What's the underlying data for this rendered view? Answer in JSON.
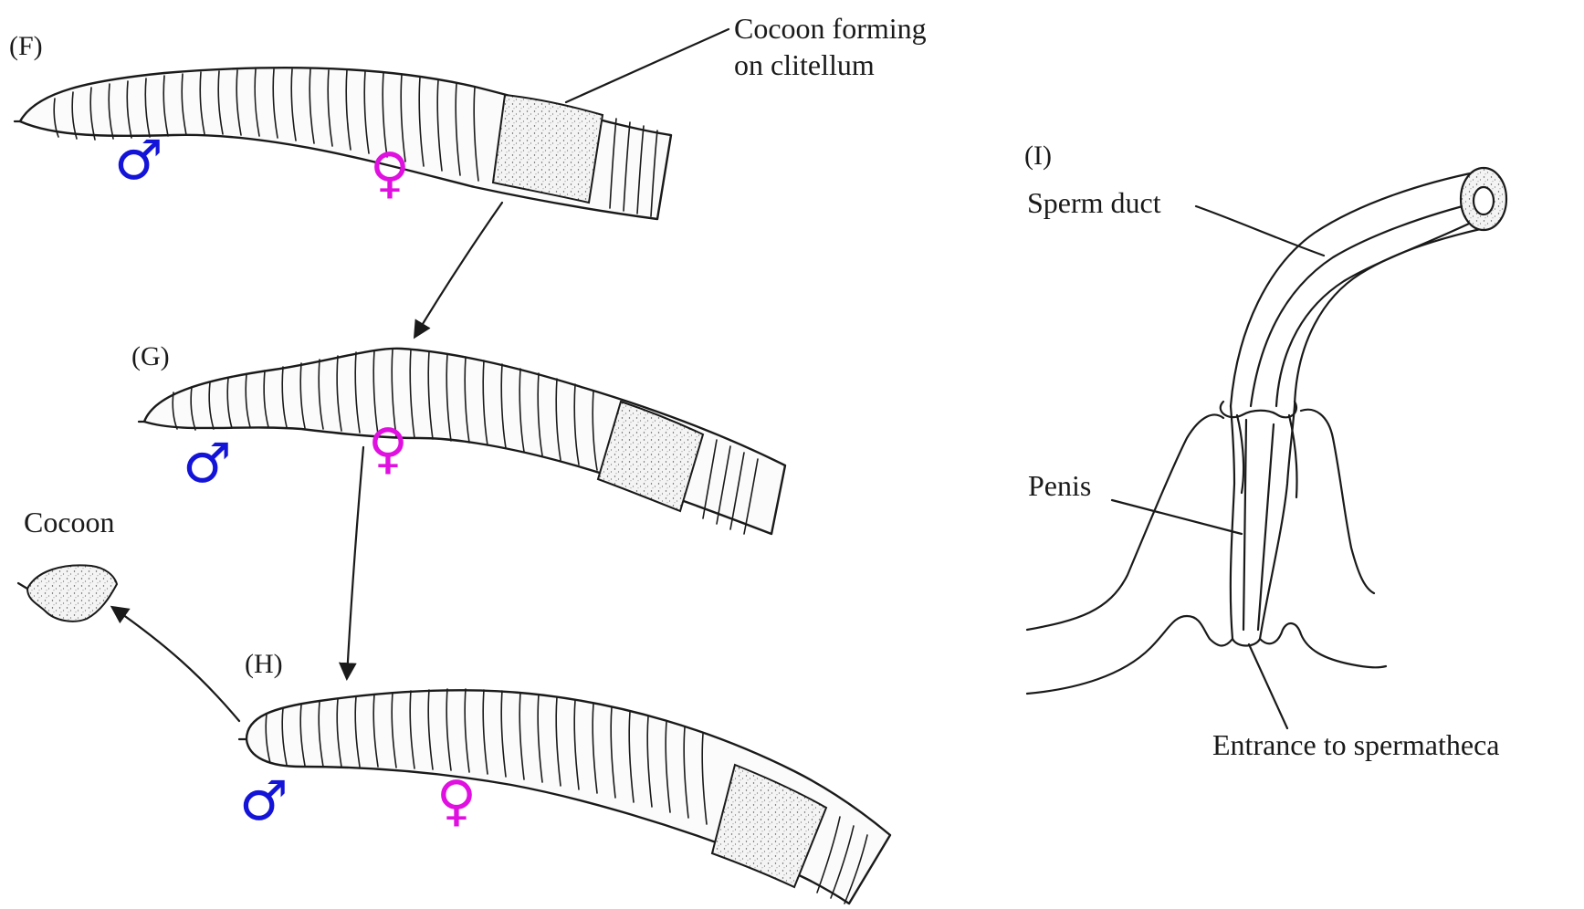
{
  "panels": {
    "f": {
      "label": "(F)",
      "annotation_line1": "Cocoon forming",
      "annotation_line2": "on clitellum"
    },
    "g": {
      "label": "(G)"
    },
    "h": {
      "label": "(H)",
      "cocoon_label": "Cocoon"
    },
    "i": {
      "label": "(I)",
      "sperm_duct": "Sperm duct",
      "penis": "Penis",
      "entrance": "Entrance to spermatheca"
    }
  },
  "symbols": {
    "male": "♂",
    "female": "♀"
  },
  "colors": {
    "male": "#1414d8",
    "female": "#e010e0",
    "ink": "#1a1a1a"
  }
}
